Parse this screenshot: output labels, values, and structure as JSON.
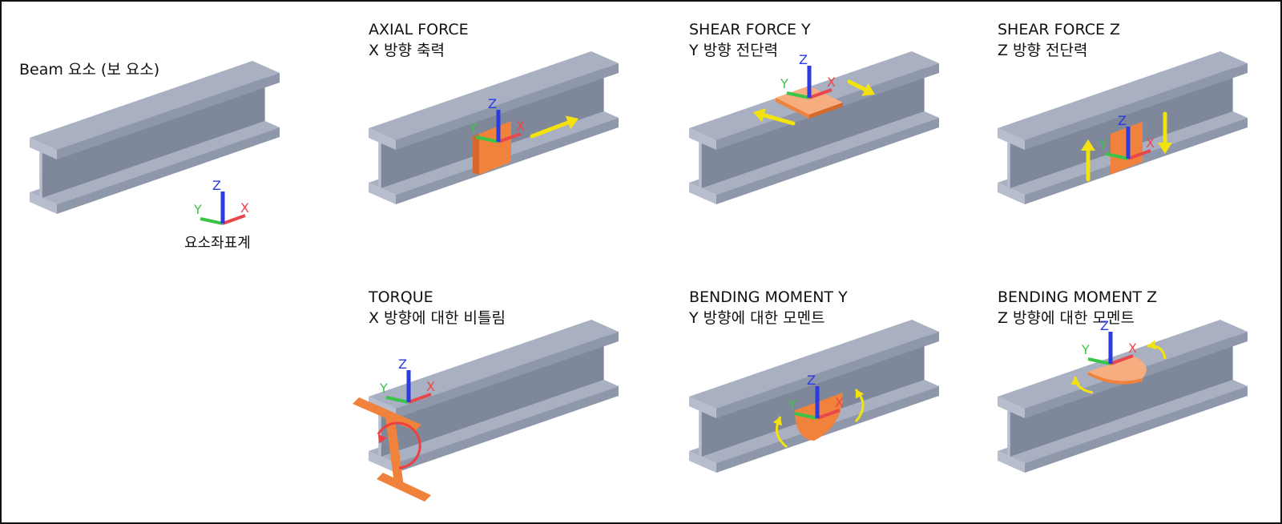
{
  "panels": [
    {
      "id": "beam",
      "lines": [
        "Beam 요소 (보 요소)"
      ],
      "caption": "요소좌표계",
      "overlay": "axes"
    },
    {
      "id": "axial",
      "lines": [
        "AXIAL FORCE",
        "X 방향 축력"
      ],
      "overlay": "axial"
    },
    {
      "id": "shear-y",
      "lines": [
        "SHEAR FORCE Y",
        "Y 방향 전단력"
      ],
      "overlay": "shear-y"
    },
    {
      "id": "shear-z",
      "lines": [
        "SHEAR FORCE Z",
        "Z 방향 전단력"
      ],
      "overlay": "shear-z"
    },
    {
      "id": "torque",
      "lines": [
        "TORQUE",
        "X 방향에 대한 비틀림"
      ],
      "overlay": "torque"
    },
    {
      "id": "bending-y",
      "lines": [
        "BENDING MOMENT Y",
        "Y 방향에 대한 모멘트"
      ],
      "overlay": "bending-y"
    },
    {
      "id": "bending-z",
      "lines": [
        "BENDING MOMENT Z",
        "Z 방향에 대한 모멘트"
      ],
      "overlay": "bending-z"
    }
  ],
  "axis_labels": {
    "x": "X",
    "y": "Y",
    "z": "Z"
  },
  "colors": {
    "beam_top": "#a9b0c2",
    "beam_front": "#8f97ab",
    "beam_side": "#b7bdcc",
    "beam_web": "#7f879b",
    "axis_x": "#e8474b",
    "axis_y": "#3cc44a",
    "axis_z": "#2b3be0",
    "section": "#f0823c",
    "section_light": "#f6ad80",
    "arrow_yellow": "#f4e20d",
    "arrow_red": "#ee4040"
  }
}
